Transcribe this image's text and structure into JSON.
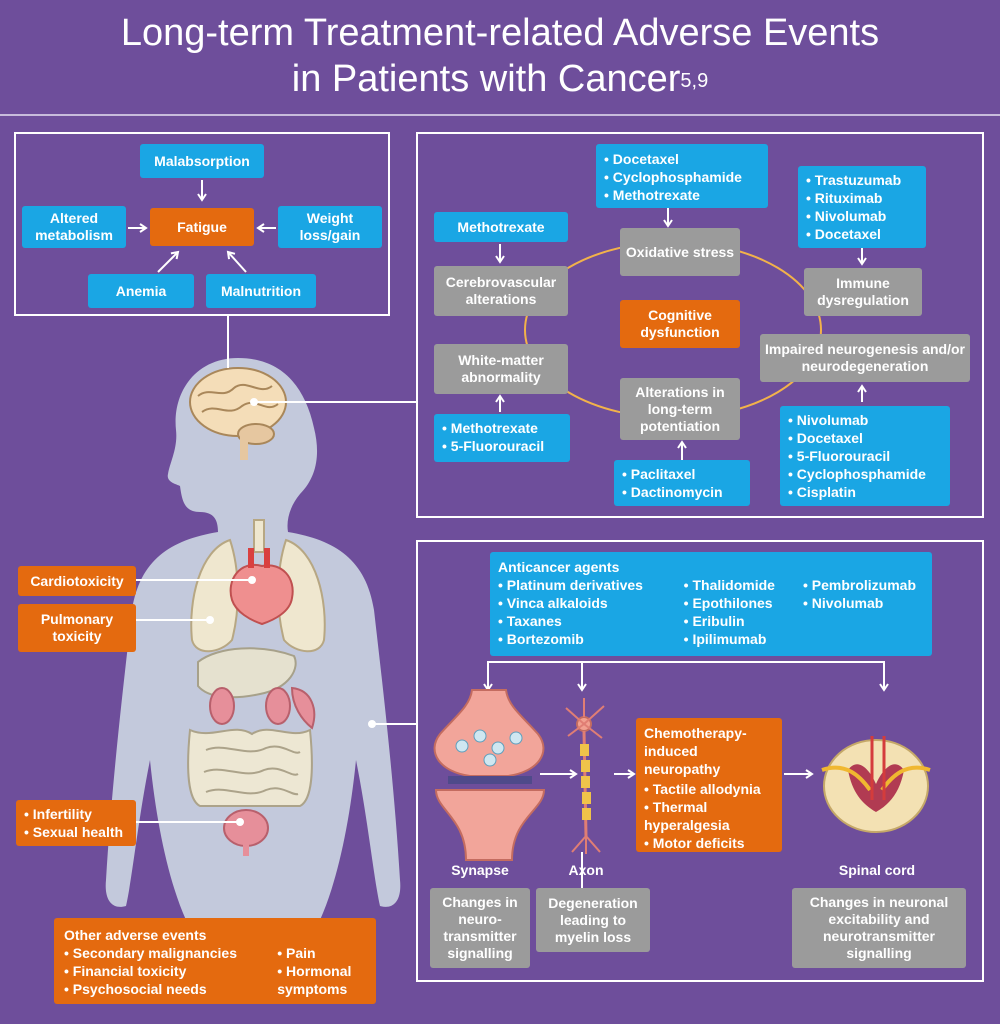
{
  "title": {
    "line1": "Long-term Treatment-related Adverse Events",
    "line2": "in Patients with Cancer",
    "refs": "5,9"
  },
  "fatigue_panel": {
    "center": "Fatigue",
    "malabsorption": "Malabsorption",
    "altered_metabolism": "Altered metabolism",
    "weight": "Weight loss/gain",
    "anemia": "Anemia",
    "malnutrition": "Malnutrition"
  },
  "cognitive_panel": {
    "center": "Cognitive dysfunction",
    "oxidative_stress": "Oxidative stress",
    "oxidative_drugs": [
      "Docetaxel",
      "Cyclophosphamide",
      "Methotrexate"
    ],
    "immune": "Immune dysregulation",
    "immune_drugs": [
      "Trastuzumab",
      "Rituximab",
      "Nivolumab",
      "Docetaxel"
    ],
    "neurogenesis": "Impaired neurogenesis and/or neurodegeneration",
    "neurogenesis_drugs": [
      "Nivolumab",
      "Docetaxel",
      "5-Fluorouracil",
      "Cyclophosphamide",
      "Cisplatin"
    ],
    "ltp": "Alterations in long-term potentiation",
    "ltp_drugs": [
      "Paclitaxel",
      "Dactinomycin"
    ],
    "white_matter": "White-matter abnormality",
    "white_matter_drugs": [
      "Methotrexate",
      "5-Fluorouracil"
    ],
    "cerebrovascular": "Cerebrovascular alterations",
    "cerebrovascular_drug": "Methotrexate"
  },
  "body_labels": {
    "cardiotoxicity": "Cardiotoxicity",
    "pulmonary": "Pulmonary toxicity",
    "infertility": [
      "Infertility",
      "Sexual health"
    ]
  },
  "other_events": {
    "heading": "Other adverse events",
    "col1": [
      "Secondary malignancies",
      "Financial toxicity",
      "Psychosocial needs"
    ],
    "col2": [
      "Pain",
      "Hormonal symptoms"
    ]
  },
  "neuropathy_panel": {
    "agents_heading": "Anticancer agents",
    "agents_col1": [
      "Platinum derivatives",
      "Vinca alkaloids",
      "Taxanes",
      "Bortezomib"
    ],
    "agents_col2": [
      "Thalidomide",
      "Epothilones",
      "Eribulin",
      "Ipilimumab"
    ],
    "agents_col3": [
      "Pembrolizumab",
      "Nivolumab"
    ],
    "cipn_heading": "Chemotherapy-induced neuropathy",
    "cipn_items": [
      "Tactile allodynia",
      "Thermal hyperalgesia",
      "Motor deficits"
    ],
    "synapse_label": "Synapse",
    "axon_label": "Axon",
    "spinal_label": "Spinal cord",
    "synapse_desc": "Changes in neuro-transmitter signalling",
    "axon_desc": "Degeneration leading to myelin loss",
    "spinal_desc": "Changes in neuronal excitability and neurotransmitter signalling"
  },
  "colors": {
    "background": "#6e4e9b",
    "blue": "#1aa6e4",
    "orange": "#e46a0f",
    "gray": "#9b9b9b",
    "body": "#c3c9dc"
  }
}
